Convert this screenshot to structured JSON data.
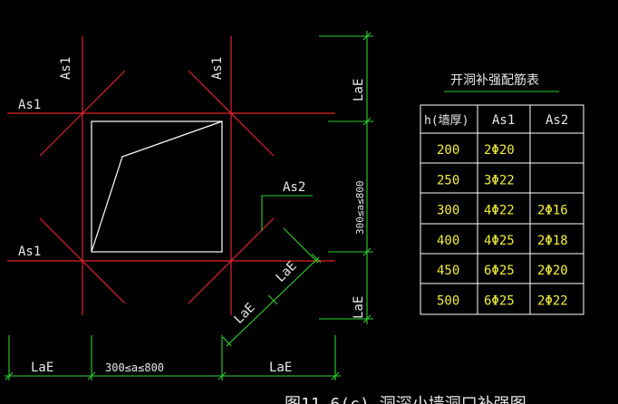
{
  "labels": {
    "as1_top_left": "As1",
    "as1_top_right": "As1",
    "as1_left_upper": "As1",
    "as1_left_lower": "As1",
    "as2": "As2",
    "lae_right_top": "LaE",
    "lae_right_bottom": "LaE",
    "range_right": "300≤a≤800",
    "lae_diag_1": "LaE",
    "lae_diag_2": "LaE",
    "lae_bottom_left": "LaE",
    "range_bottom": "300≤a≤800",
    "lae_bottom_right": "LaE",
    "caption": "图11.6(c) 洞深小墙洞口补强图"
  },
  "table": {
    "title": "开洞补强配筋表",
    "headers": [
      "h(墙厚)",
      "As1",
      "As2"
    ],
    "rows": [
      [
        "200",
        "2Φ20",
        ""
      ],
      [
        "250",
        "3Φ22",
        ""
      ],
      [
        "300",
        "4Φ22",
        "2Φ16"
      ],
      [
        "400",
        "4Φ25",
        "2Φ18"
      ],
      [
        "450",
        "6Φ25",
        "2Φ20"
      ],
      [
        "500",
        "6Φ25",
        "2Φ22"
      ]
    ]
  },
  "colors": {
    "rebar": "#e0242a",
    "dimension": "#2ed12e",
    "outline": "#ffffff",
    "value_text": "#f2ee3a",
    "header_text": "#e8e8e8"
  }
}
